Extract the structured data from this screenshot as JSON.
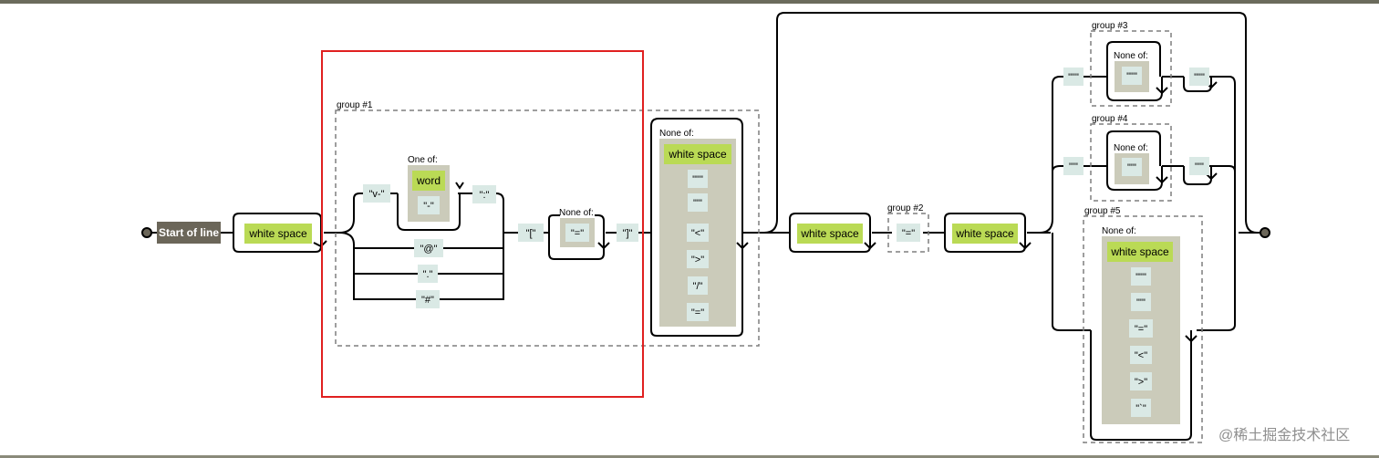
{
  "diagram": {
    "start_label": "Start of line",
    "group_labels": {
      "g1": "group #1",
      "g2": "group #2",
      "g3": "group #3",
      "g4": "group #4",
      "g5": "group #5"
    },
    "one_of_label": "One of:",
    "none_of_label": "None of:",
    "white_space": "white space",
    "word": "word",
    "literals": {
      "v_dash": "\"v-\"",
      "dash": "\"-\"",
      "colon": "\":\"",
      "at": "\"@\"",
      "dot": "\".\"",
      "hash": "\"#\"",
      "lbracket": "\"[\"",
      "eq": "\"=\"",
      "rbracket": "\"]\"",
      "dquote": "\"\"\"",
      "squote": "\"'\"",
      "lt": "\"<\"",
      "gt": "\">\"",
      "slash": "\"/\"",
      "backtick": "\"`\""
    }
  },
  "watermark": "@稀土掘金技术社区"
}
